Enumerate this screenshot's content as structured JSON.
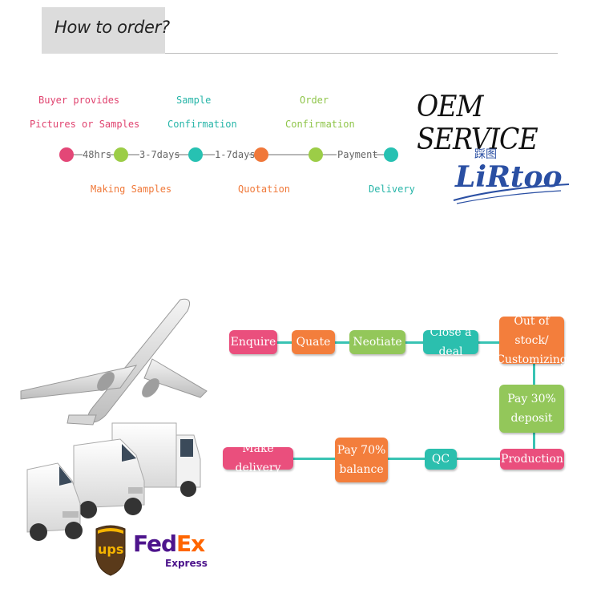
{
  "header": {
    "title": "How to order?"
  },
  "timeline": {
    "top_labels": [
      {
        "line1": "Buyer provides",
        "line2": "Pictures or Samples",
        "color": "#e0436f"
      },
      {
        "line1": "Sample",
        "line2": "Confirmation",
        "color": "#26b5a8"
      },
      {
        "line1": "Order",
        "line2": "Confirmation",
        "color": "#8fc54a"
      }
    ],
    "connectors": [
      "48hrs",
      "3-7days",
      "1-7days",
      "Payment"
    ],
    "bottom_labels": [
      {
        "text": "Making Samples",
        "color": "#f0793a"
      },
      {
        "text": "Quotation",
        "color": "#f0793a"
      },
      {
        "text": "Delivery",
        "color": "#26b5a8"
      }
    ],
    "dot_colors": [
      "#e34777",
      "#9ccd47",
      "#27c1b2",
      "#f0783a",
      "#9ccd47",
      "#27c1b2"
    ]
  },
  "oem": {
    "title": "OEM SERVICE",
    "logo_text": "LiRtoo",
    "logo_mark": "踩图"
  },
  "process": {
    "enquire": "Enquire",
    "quate": "Quate",
    "neotiate": "Neotiate",
    "close_deal": "Close a deal",
    "out_of_stock_1": "Out of stock/",
    "out_of_stock_2": "Customizing",
    "pay30_1": "Pay 30%",
    "pay30_2": "deposit",
    "production": "Production",
    "qc": "QC",
    "pay70_1": "Pay 70%",
    "pay70_2": "balance",
    "make_delivery": "Make delivery"
  },
  "carriers": {
    "ups": "ups",
    "fedex_fed": "Fed",
    "fedex_ex": "Ex",
    "fedex_sub": "Express"
  },
  "colors": {
    "pink": "#ea4f7d",
    "orange": "#f37e3c",
    "green": "#93c75a",
    "teal": "#2bbfae",
    "fedex_purple": "#4d148c",
    "fedex_orange": "#ff6600",
    "ups_brown": "#5a3a1a",
    "ups_gold": "#f5b400"
  }
}
